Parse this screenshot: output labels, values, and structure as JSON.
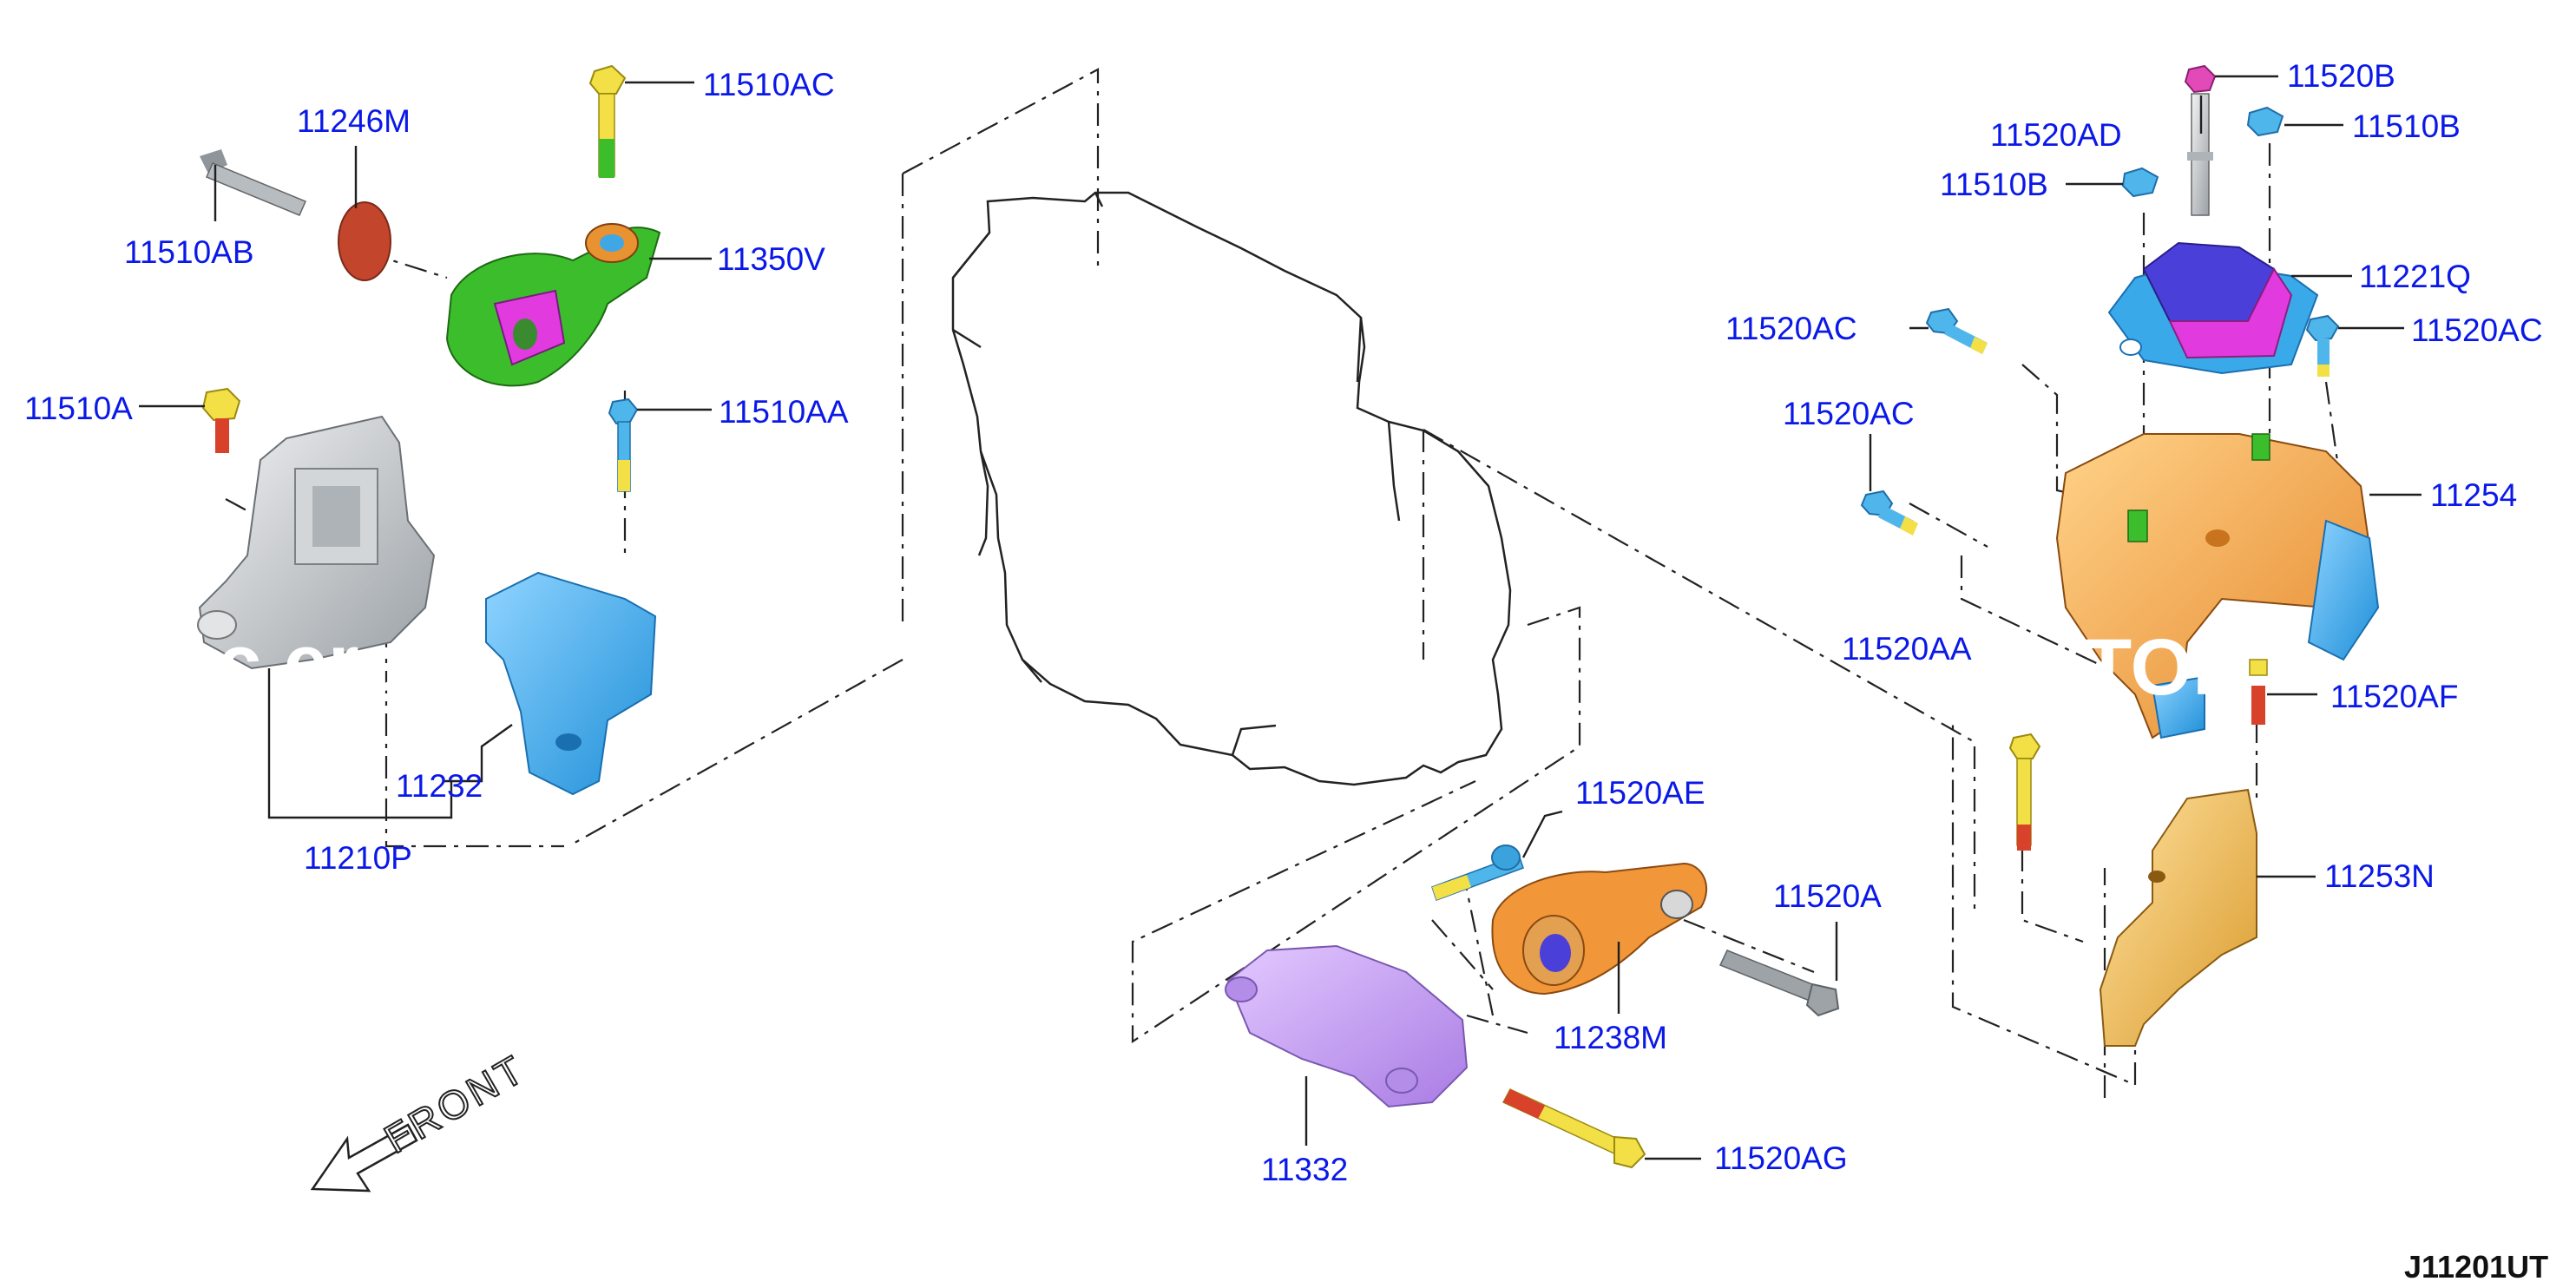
{
  "diagram": {
    "title": "",
    "drawing_code": "J11201UT",
    "direction_label": "FRONT",
    "watermark_left": "c  erc",
    "watermark_right": "TOP",
    "callouts": {
      "p11510AC_top": "11510AC",
      "p11246M": "11246M",
      "p11510AB": "11510AB",
      "p11350V": "11350V",
      "p11510A": "11510A",
      "p11510AA": "11510AA",
      "p11232": "11232",
      "p11210P": "11210P",
      "p11520B": "11520B",
      "p11520AD": "11520AD",
      "p11510B_right": "11510B",
      "p11510B_left": "11510B",
      "p11221Q": "11221Q",
      "p11520AC_left": "11520AC",
      "p11520AC_right": "11520AC",
      "p11520AC_mid": "11520AC",
      "p11254": "11254",
      "p11520AA": "11520AA",
      "p11520AF": "11520AF",
      "p11253N": "11253N",
      "p11520AE": "11520AE",
      "p11520A": "11520A",
      "p11238M": "11238M",
      "p11332": "11332",
      "p11520AG": "11520AG"
    },
    "part_colors": {
      "bolt_yellow": "#f2e046",
      "bolt_cyan": "#4fb6ec",
      "bolt_red": "#d8412a",
      "washer_red": "#c2452c",
      "torque_rod_green": "#3cbd2b",
      "bushing_magenta": "#e13be0",
      "mount_silver": "#c6c9cc",
      "bracket_blue": "#3aa9ea",
      "insulator_purple": "#4b3fd9",
      "bracket_orange": "#f2a03a",
      "bracket_lavender": "#c59af0",
      "bracket_gold": "#f2b843",
      "link_orange": "#f19639"
    }
  }
}
